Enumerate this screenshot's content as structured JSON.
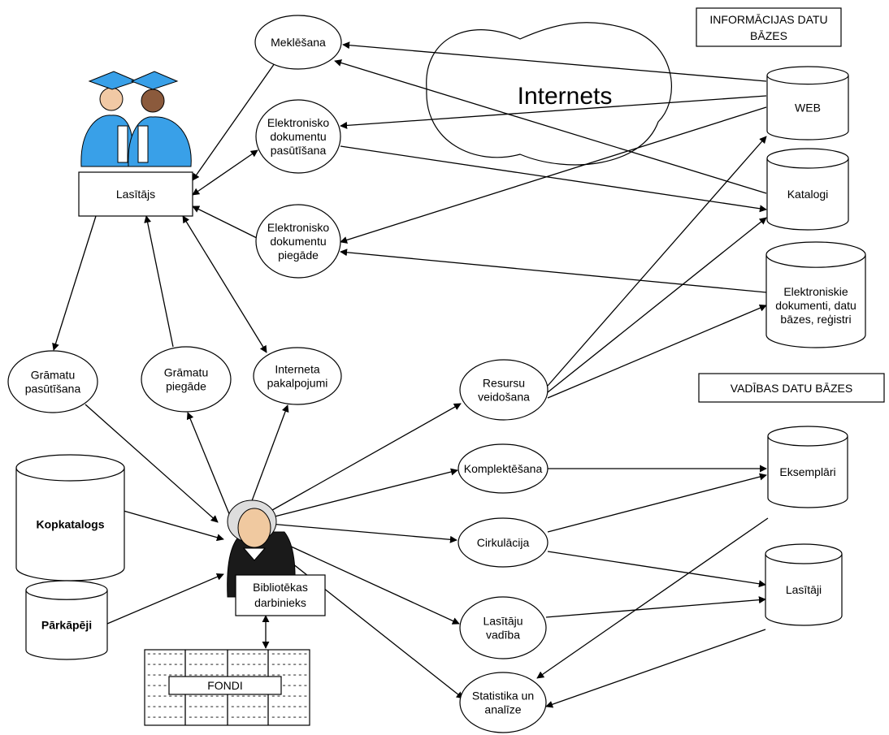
{
  "cloud": {
    "label": "Internets"
  },
  "headers": {
    "info_db": [
      "INFORMĀCIJAS DATU",
      "BĀZES"
    ],
    "mgmt_db": "VADĪBAS DATU BĀZES"
  },
  "actors": {
    "reader": "Lasītājs",
    "librarian": [
      "Bibliotēkas",
      "darbinieks"
    ],
    "funds": "FONDI"
  },
  "processes": {
    "search": [
      "Meklēšana"
    ],
    "e_order": [
      "Elektronisko",
      "dokumentu",
      "pasūtīšana"
    ],
    "e_delivery": [
      "Elektronisko",
      "dokumentu",
      "piegāde"
    ],
    "book_order": [
      "Grāmatu",
      "pasūtīšana"
    ],
    "book_delivery": [
      "Grāmatu",
      "piegāde"
    ],
    "internet_services": [
      "Interneta",
      "pakalpojumi"
    ],
    "resources": [
      "Resursu",
      "veidošana"
    ],
    "acquisition": [
      "Komplektēšana"
    ],
    "circulation": [
      "Cirkulācija"
    ],
    "reader_mgmt": [
      "Lasītāju",
      "vadība"
    ],
    "statistics": [
      "Statistika un",
      "analīze"
    ]
  },
  "databases": {
    "web": [
      "WEB"
    ],
    "catalogs": [
      "Katalogi"
    ],
    "edocs": [
      "Elektroniskie",
      "dokumenti, datu",
      "bāzes, reģistri"
    ],
    "copies": [
      "Eksemplāri"
    ],
    "readers": [
      "Lasītāji"
    ],
    "union_catalog": [
      "Kopkatalogs"
    ],
    "violators": [
      "Pārkāpēji"
    ]
  },
  "funds_table": {
    "cell_text": "-------",
    "columns": 4,
    "rows": 7
  }
}
